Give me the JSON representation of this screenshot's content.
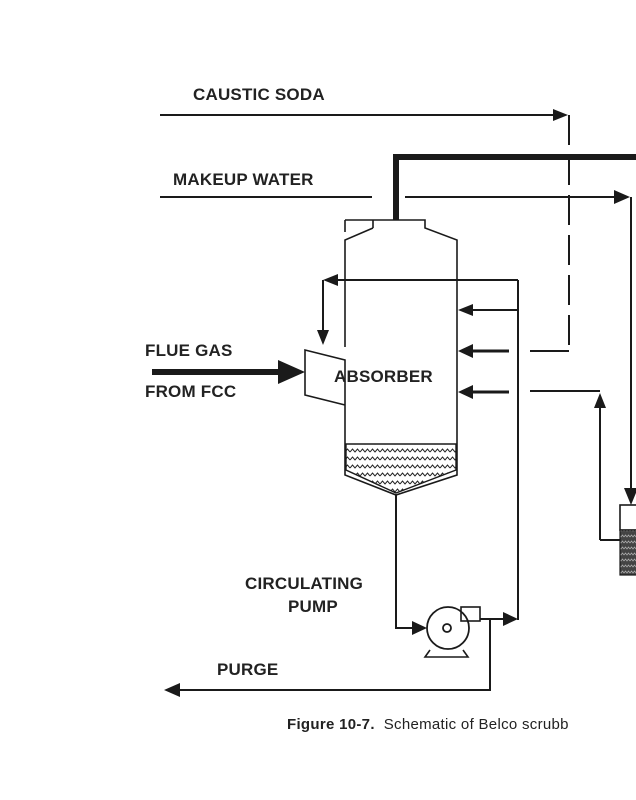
{
  "figure": {
    "caption_number": "Figure 10-7.",
    "caption_text": "Schematic of Belco scrubb"
  },
  "labels": {
    "caustic_soda": "CAUSTIC SODA",
    "makeup_water": "MAKEUP WATER",
    "flue_gas_line1": "FLUE GAS",
    "flue_gas_line2": "FROM FCC",
    "absorber": "ABSORBER",
    "circulating_pump_line1": "CIRCULATING",
    "circulating_pump_line2": "PUMP",
    "purge": "PURGE"
  },
  "colors": {
    "ink": "#1a1a1a",
    "background": "#ffffff"
  }
}
